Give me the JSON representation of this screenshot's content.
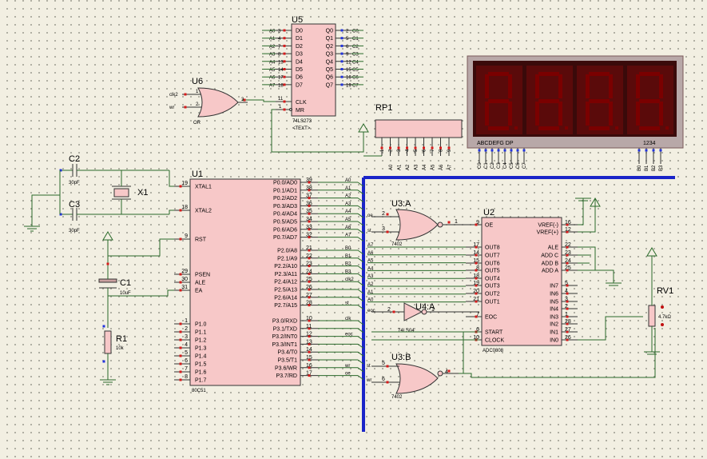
{
  "u5": {
    "ref": "U5",
    "part": "74LS273",
    "text": "<TEXT>",
    "in_pins": [
      {
        "net": "A0",
        "num": "3",
        "name": "D0"
      },
      {
        "net": "A1",
        "num": "4",
        "name": "D1"
      },
      {
        "net": "A2",
        "num": "7",
        "name": "D2"
      },
      {
        "net": "A3",
        "num": "8",
        "name": "D3"
      },
      {
        "net": "A4",
        "num": "13",
        "name": "D4"
      },
      {
        "net": "A5",
        "num": "14",
        "name": "D5"
      },
      {
        "net": "A6",
        "num": "17",
        "name": "D6"
      },
      {
        "net": "A7",
        "num": "18",
        "name": "D7"
      }
    ],
    "out_pins": [
      {
        "name": "Q0",
        "num": "2",
        "net": "C0"
      },
      {
        "name": "Q1",
        "num": "5",
        "net": "C1"
      },
      {
        "name": "Q2",
        "num": "6",
        "net": "C2"
      },
      {
        "name": "Q3",
        "num": "9",
        "net": "C3"
      },
      {
        "name": "Q4",
        "num": "12",
        "net": "C4"
      },
      {
        "name": "Q5",
        "num": "15",
        "net": "C5"
      },
      {
        "name": "Q6",
        "num": "16",
        "net": "C6"
      },
      {
        "name": "Q7",
        "num": "19",
        "net": "C7"
      }
    ],
    "clk": {
      "num": "11",
      "name": "CLK"
    },
    "mr": {
      "num": "1",
      "name": "MR"
    }
  },
  "u6": {
    "ref": "U6",
    "part": "OR",
    "in1": "clk2",
    "in2": "wr",
    "pin1": "1",
    "pin2": "2",
    "pin3": "3"
  },
  "display": {
    "ref": "",
    "seg_label": "ABCDEFG  DP",
    "digit_label": "1234",
    "seg_nets": [
      "C0",
      "C1",
      "C2",
      "C3",
      "C4",
      "C5",
      "C6",
      "C7"
    ],
    "digit_nets": [
      "B0",
      "B1",
      "B2",
      "B3"
    ]
  },
  "rp1": {
    "ref": "RP1",
    "pins": [
      "1",
      "2",
      "3",
      "4",
      "5",
      "6",
      "7",
      "8",
      "9"
    ],
    "nets": [
      "A0",
      "A1",
      "A2",
      "A3",
      "A4",
      "A5",
      "A6",
      "A7"
    ]
  },
  "u1": {
    "ref": "U1",
    "part": "80C51",
    "left_pins": [
      {
        "num": "19",
        "name": "XTAL1"
      },
      {
        "num": "18",
        "name": "XTAL2"
      },
      {
        "num": "9",
        "name": "RST"
      },
      {
        "num": "29",
        "name": "PSEN"
      },
      {
        "num": "30",
        "name": "ALE"
      },
      {
        "num": "31",
        "name": "EA"
      },
      {
        "num": "1",
        "name": "P1.0"
      },
      {
        "num": "2",
        "name": "P1.1"
      },
      {
        "num": "3",
        "name": "P1.2"
      },
      {
        "num": "4",
        "name": "P1.3"
      },
      {
        "num": "5",
        "name": "P1.4"
      },
      {
        "num": "6",
        "name": "P1.5"
      },
      {
        "num": "7",
        "name": "P1.6"
      },
      {
        "num": "8",
        "name": "P1.7"
      }
    ],
    "p0": [
      {
        "name": "P0.0/AD0",
        "num": "39",
        "net": "A0"
      },
      {
        "name": "P0.1/AD1",
        "num": "38",
        "net": "A1"
      },
      {
        "name": "P0.2/AD2",
        "num": "37",
        "net": "A2"
      },
      {
        "name": "P0.3/AD3",
        "num": "36",
        "net": "A3"
      },
      {
        "name": "P0.4/AD4",
        "num": "35",
        "net": "A4"
      },
      {
        "name": "P0.5/AD5",
        "num": "34",
        "net": "A5"
      },
      {
        "name": "P0.6/AD6",
        "num": "33",
        "net": "A6"
      },
      {
        "name": "P0.7/AD7",
        "num": "32",
        "net": "A7"
      }
    ],
    "p2": [
      {
        "name": "P2.0/A8",
        "num": "21",
        "net": "B0"
      },
      {
        "name": "P2.1/A9",
        "num": "22",
        "net": "B1"
      },
      {
        "name": "P2.2/A10",
        "num": "23",
        "net": "B2"
      },
      {
        "name": "P2.3/A11",
        "num": "24",
        "net": "B3"
      },
      {
        "name": "P2.4/A12",
        "num": "25",
        "net": "clk2"
      },
      {
        "name": "P2.5/A13",
        "num": "26",
        "net": ""
      },
      {
        "name": "P2.6/A14",
        "num": "27",
        "net": ""
      },
      {
        "name": "P2.7/A15",
        "num": "28",
        "net": "st"
      }
    ],
    "p3": [
      {
        "name": "P3.0/RXD",
        "num": "10",
        "net": "clk"
      },
      {
        "name": "P3.1/TXD",
        "num": "11",
        "net": ""
      },
      {
        "name": "P3.2/INT0",
        "num": "12",
        "net": "eoc"
      },
      {
        "name": "P3.3/INT1",
        "num": "13",
        "net": ""
      },
      {
        "name": "P3.4/T0",
        "num": "14",
        "net": ""
      },
      {
        "name": "P3.5/T1",
        "num": "15",
        "net": ""
      },
      {
        "name": "P3.6/WR",
        "num": "16",
        "net": "wr"
      },
      {
        "name": "P3.7/RD",
        "num": "17",
        "net": "oe"
      }
    ]
  },
  "c2": {
    "ref": "C2",
    "value": "30pF"
  },
  "c3": {
    "ref": "C3",
    "value": "30pF"
  },
  "x1": {
    "ref": "X1"
  },
  "c1": {
    "ref": "C1",
    "value": "10uF"
  },
  "r1": {
    "ref": "R1",
    "value": "10k"
  },
  "u3a": {
    "ref": "U3:A",
    "part": "7402",
    "in1": "oe",
    "in2": "st",
    "pin1": "2",
    "pin2": "3",
    "pin3": "1"
  },
  "u3b": {
    "ref": "U3:B",
    "part": "7402",
    "in1": "st",
    "in2": "wr",
    "pin1": "5",
    "pin2": "6",
    "pin3": "4"
  },
  "u4a": {
    "ref": "U4:A",
    "part": "74LS04",
    "in": "eoc",
    "pin1": "2",
    "pin2": "1"
  },
  "u2": {
    "ref": "U2",
    "part": "ADC0808",
    "left_pins": [
      {
        "name": "OE",
        "num": "9"
      },
      {
        "name": "OUT8",
        "num": "17"
      },
      {
        "name": "OUT7",
        "num": "14"
      },
      {
        "name": "OUT6",
        "num": "15"
      },
      {
        "name": "OUT5",
        "num": "8"
      },
      {
        "name": "OUT4",
        "num": "18"
      },
      {
        "name": "OUT3",
        "num": "19"
      },
      {
        "name": "OUT2",
        "num": "20"
      },
      {
        "name": "OUT1",
        "num": "21"
      },
      {
        "name": "EOC",
        "num": "7"
      },
      {
        "name": "START",
        "num": "6"
      },
      {
        "name": "CLOCK",
        "num": "10"
      }
    ],
    "right_pins": [
      {
        "name": "VREF(-)",
        "num": "16"
      },
      {
        "name": "VREF(+)",
        "num": "12"
      },
      {
        "name": "ALE",
        "num": "22"
      },
      {
        "name": "ADD C",
        "num": "23"
      },
      {
        "name": "ADD B",
        "num": "24"
      },
      {
        "name": "ADD A",
        "num": "25"
      },
      {
        "name": "IN7",
        "num": "5"
      },
      {
        "name": "IN6",
        "num": "4"
      },
      {
        "name": "IN5",
        "num": "3"
      },
      {
        "name": "IN4",
        "num": "2"
      },
      {
        "name": "IN3",
        "num": "1"
      },
      {
        "name": "IN2",
        "num": "28"
      },
      {
        "name": "IN1",
        "num": "27"
      },
      {
        "name": "IN0",
        "num": "26"
      }
    ],
    "out_nets": [
      "A7",
      "A6",
      "A5",
      "A4",
      "A3",
      "A2",
      "A1",
      "A0"
    ]
  },
  "rv1": {
    "ref": "RV1",
    "value": "4.7kΩ"
  },
  "bus_nets_p2": [
    "B0",
    "B1",
    "B2",
    "B3"
  ],
  "bus_nets_ctrl": [
    "st",
    "clk",
    "eoc",
    "wr",
    "oe"
  ],
  "misc": {
    "clk2_label": "clk2",
    "clk_label": "clk",
    "eoc_label": "eoc",
    "u3a_oe": "oe",
    "u3a_st": "st",
    "u3b_st": "st",
    "u3b_wr": "wr"
  }
}
